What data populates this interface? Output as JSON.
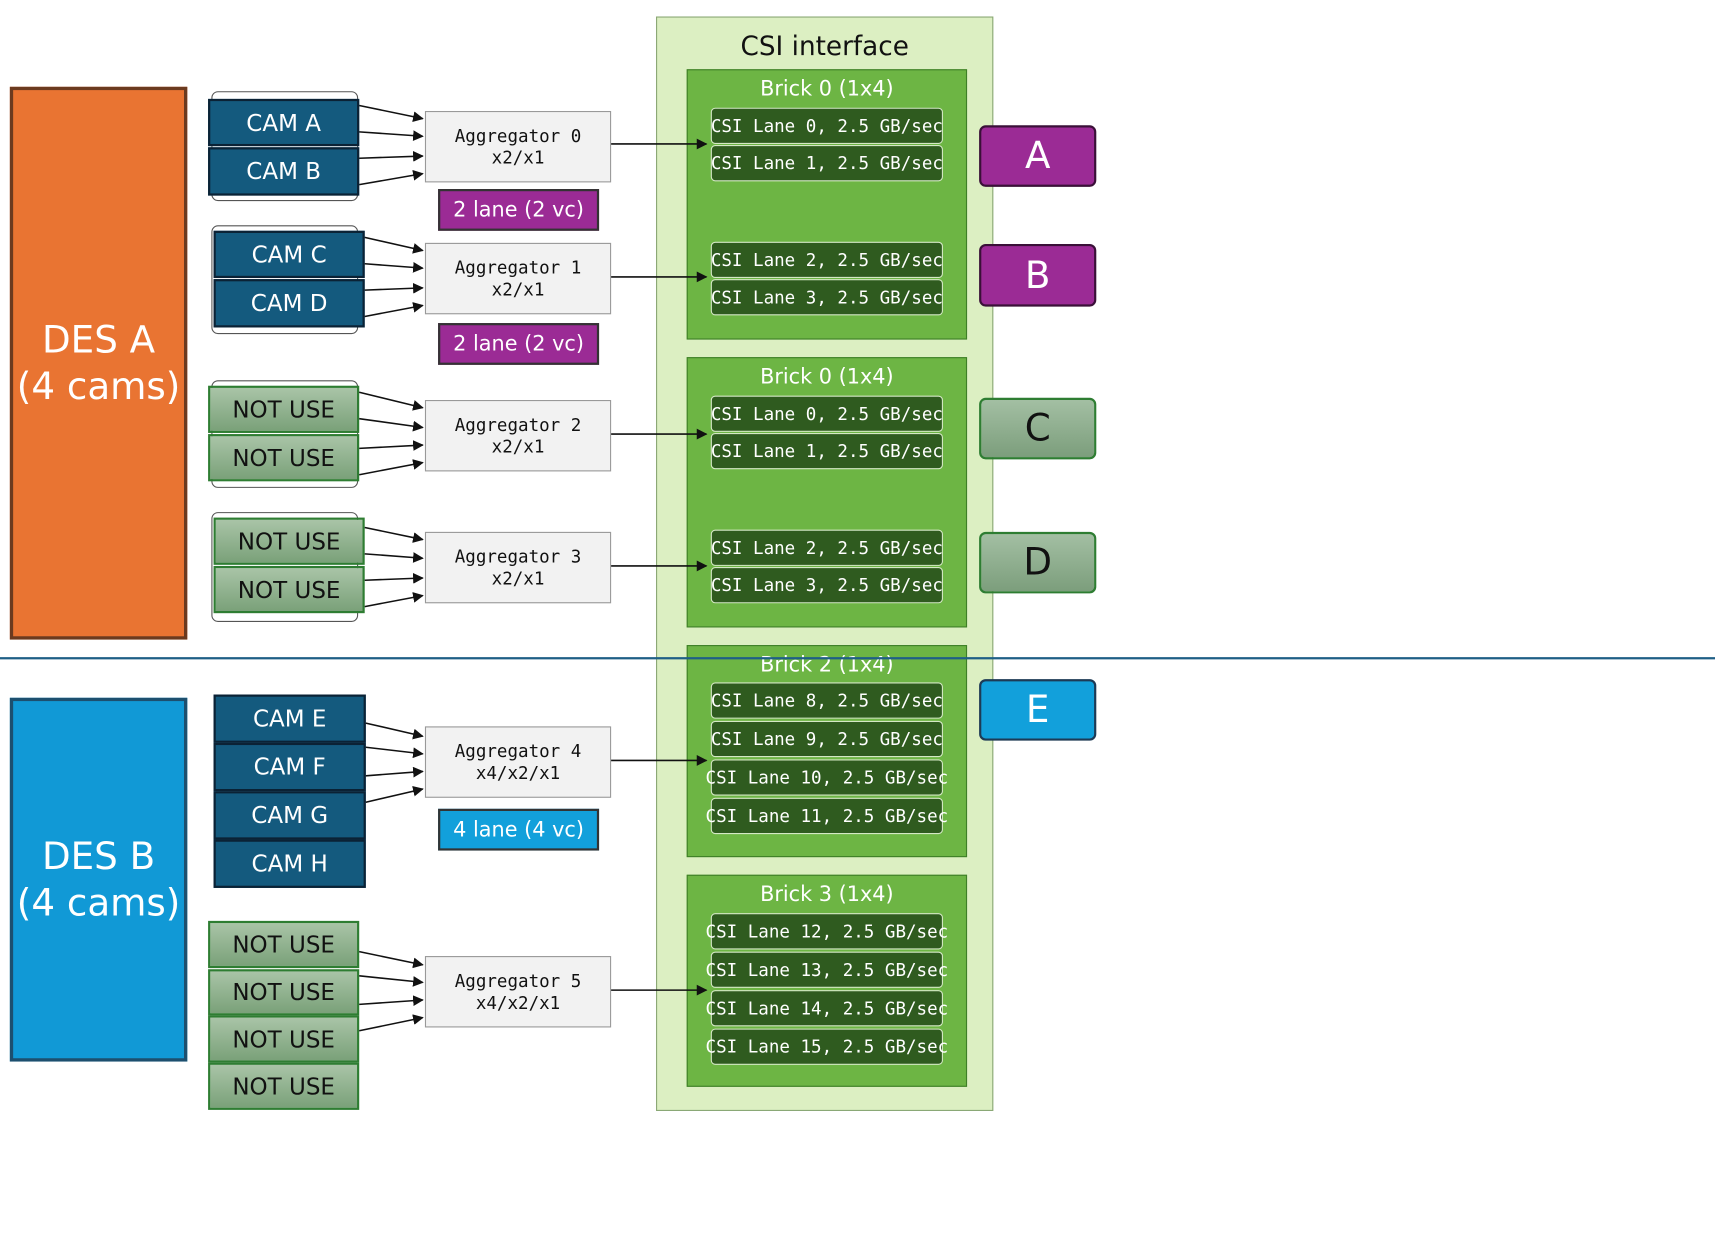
{
  "csi_interface": {
    "title": "CSI interface",
    "bricks": [
      {
        "title": "Brick 0 (1x4)",
        "lanes": [
          "CSI Lane 0, 2.5 GB/sec",
          "CSI Lane 1, 2.5 GB/sec",
          "CSI Lane 2, 2.5 GB/sec",
          "CSI Lane 3, 2.5 GB/sec"
        ]
      },
      {
        "title": "Brick 0 (1x4)",
        "lanes": [
          "CSI Lane 0, 2.5 GB/sec",
          "CSI Lane 1, 2.5 GB/sec",
          "CSI Lane 2, 2.5 GB/sec",
          "CSI Lane 3, 2.5 GB/sec"
        ]
      },
      {
        "title": "Brick 2 (1x4)",
        "lanes": [
          "CSI Lane 8, 2.5 GB/sec",
          "CSI Lane 9, 2.5 GB/sec",
          "CSI Lane 10, 2.5 GB/sec",
          "CSI Lane 11, 2.5 GB/sec"
        ]
      },
      {
        "title": "Brick 3 (1x4)",
        "lanes": [
          "CSI Lane 12, 2.5 GB/sec",
          "CSI Lane 13, 2.5 GB/sec",
          "CSI Lane 14, 2.5 GB/sec",
          "CSI Lane 15, 2.5 GB/sec"
        ]
      }
    ]
  },
  "deserializers": [
    {
      "name": "DES A",
      "subtitle": "(4 cams)",
      "color": "#e97432"
    },
    {
      "name": "DES B",
      "subtitle": "(4 cams)",
      "color": "#1199d6"
    }
  ],
  "camera_slots": [
    {
      "label": "CAM A"
    },
    {
      "label": "CAM B"
    },
    {
      "label": "CAM C"
    },
    {
      "label": "CAM D"
    },
    {
      "label": "NOT USE"
    },
    {
      "label": "NOT USE"
    },
    {
      "label": "NOT USE"
    },
    {
      "label": "NOT USE"
    },
    {
      "label": "CAM E"
    },
    {
      "label": "CAM F"
    },
    {
      "label": "CAM G"
    },
    {
      "label": "CAM H"
    },
    {
      "label": "NOT USE"
    },
    {
      "label": "NOT USE"
    },
    {
      "label": "NOT USE"
    },
    {
      "label": "NOT USE"
    }
  ],
  "aggregators": [
    {
      "name": "Aggregator 0",
      "modes": "x2/x1"
    },
    {
      "name": "Aggregator 1",
      "modes": "x2/x1"
    },
    {
      "name": "Aggregator 2",
      "modes": "x2/x1"
    },
    {
      "name": "Aggregator 3",
      "modes": "x2/x1"
    },
    {
      "name": "Aggregator 4",
      "modes": "x4/x2/x1"
    },
    {
      "name": "Aggregator 5",
      "modes": "x4/x2/x1"
    }
  ],
  "lane_tags": [
    {
      "label": "2 lane (2 vc)",
      "color": "#9b2b95"
    },
    {
      "label": "2 lane (2 vc)",
      "color": "#9b2b95"
    },
    {
      "label": "4 lane (4 vc)",
      "color": "#12a0db"
    }
  ],
  "ports": [
    {
      "label": "A",
      "color": "#9b2b95"
    },
    {
      "label": "B",
      "color": "#9b2b95"
    },
    {
      "label": "C",
      "color": "#8fae8f"
    },
    {
      "label": "D",
      "color": "#8fae8f"
    },
    {
      "label": "E",
      "color": "#12a0db"
    }
  ]
}
